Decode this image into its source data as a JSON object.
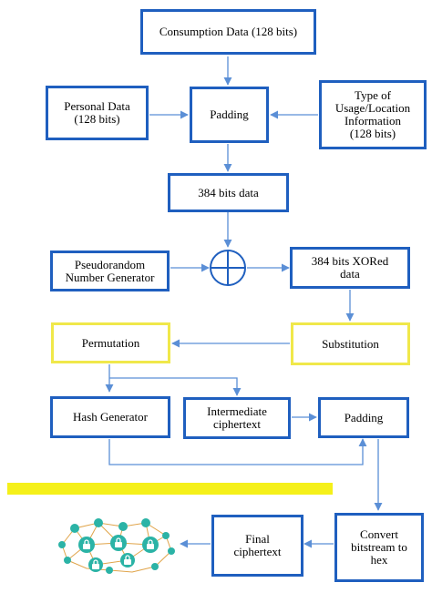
{
  "nodes": {
    "consumption": "Consumption Data (128 bits)",
    "personal": "Personal Data\n(128 bits)",
    "padding1": "Padding",
    "type_info": "Type of\nUsage/Location\nInformation\n(128 bits)",
    "data384": "384 bits data",
    "prng": "Pseudorandom\nNumber Generator",
    "xored": "384 bits XORed\ndata",
    "permutation": "Permutation",
    "substitution": "Substitution",
    "hash": "Hash Generator",
    "intermediate": "Intermediate\nciphertext",
    "padding2": "Padding",
    "convert": "Convert\nbitstream to\nhex",
    "final": "Final\nciphertext"
  },
  "colors": {
    "box_border": "#1f5fbf",
    "highlight_border": "#f0e84a",
    "arrow": "#5b8fd6",
    "highlight_bar": "#f5f01a",
    "network_node": "#2bb3a6",
    "network_link": "#e0a44a"
  },
  "icons": {
    "xor": "circled-plus-icon",
    "network": "blockchain-network-icon"
  }
}
